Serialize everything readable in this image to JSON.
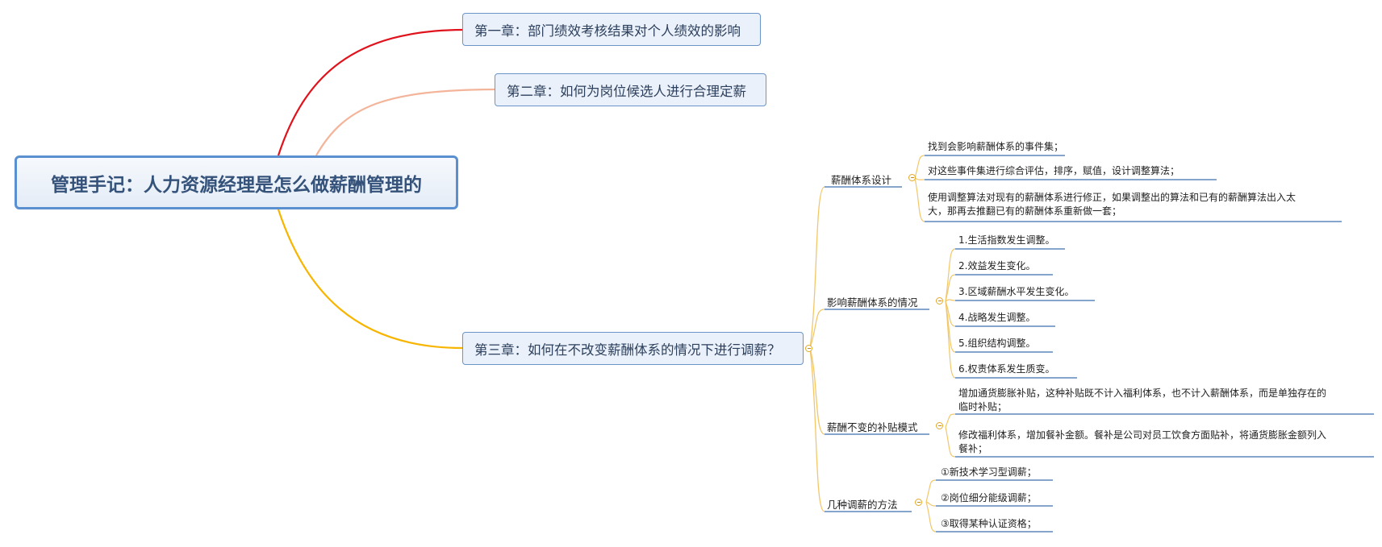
{
  "central": {
    "title": "管理手记：人力资源经理是怎么做薪酬管理的"
  },
  "chapters": [
    {
      "label": "第一章：部门绩效考核结果对个人绩效的影响"
    },
    {
      "label": "第二章：如何为岗位候选人进行合理定薪"
    },
    {
      "label": "第三章：如何在不改变薪酬体系的情况下进行调薪？"
    }
  ],
  "subtopics": [
    {
      "label": "薪酬体系设计",
      "leaves": [
        {
          "lines": [
            "找到会影响薪酬体系的事件集；"
          ]
        },
        {
          "lines": [
            "对这些事件集进行综合评估，排序，赋值，设计调整算法；"
          ]
        },
        {
          "lines": [
            "使用调整算法对现有的薪酬体系进行修正，如果调整出的算法和已有的薪酬算法出入太",
            "大，那再去推翻已有的薪酬体系重新做一套；"
          ]
        }
      ]
    },
    {
      "label": "影响薪酬体系的情况",
      "leaves": [
        {
          "lines": [
            "1.生活指数发生调整。"
          ]
        },
        {
          "lines": [
            "2.效益发生变化。"
          ]
        },
        {
          "lines": [
            "3.区域薪酬水平发生变化。"
          ]
        },
        {
          "lines": [
            "4.战略发生调整。"
          ]
        },
        {
          "lines": [
            "5.组织结构调整。"
          ]
        },
        {
          "lines": [
            "6.权责体系发生质变。"
          ]
        }
      ]
    },
    {
      "label": "薪酬不变的补贴模式",
      "leaves": [
        {
          "lines": [
            "增加通货膨胀补贴，这种补贴既不计入福利体系，也不计入薪酬体系，而是单独存在的",
            "临时补贴；"
          ]
        },
        {
          "lines": [
            "修改福利体系，增加餐补金额。餐补是公司对员工饮食方面贴补，将通货膨胀金额列入",
            "餐补；"
          ]
        }
      ]
    },
    {
      "label": "几种调薪的方法",
      "leaves": [
        {
          "lines": [
            "①新技术学习型调薪；"
          ]
        },
        {
          "lines": [
            "②岗位细分能级调薪；"
          ]
        },
        {
          "lines": [
            "③取得某种认证资格；"
          ]
        }
      ]
    }
  ],
  "colors": {
    "red": "#e0121b",
    "salmon": "#f3b49a",
    "gold": "#f7b500",
    "branch": "#f2c76a",
    "leafLine": "#3e6fae"
  }
}
